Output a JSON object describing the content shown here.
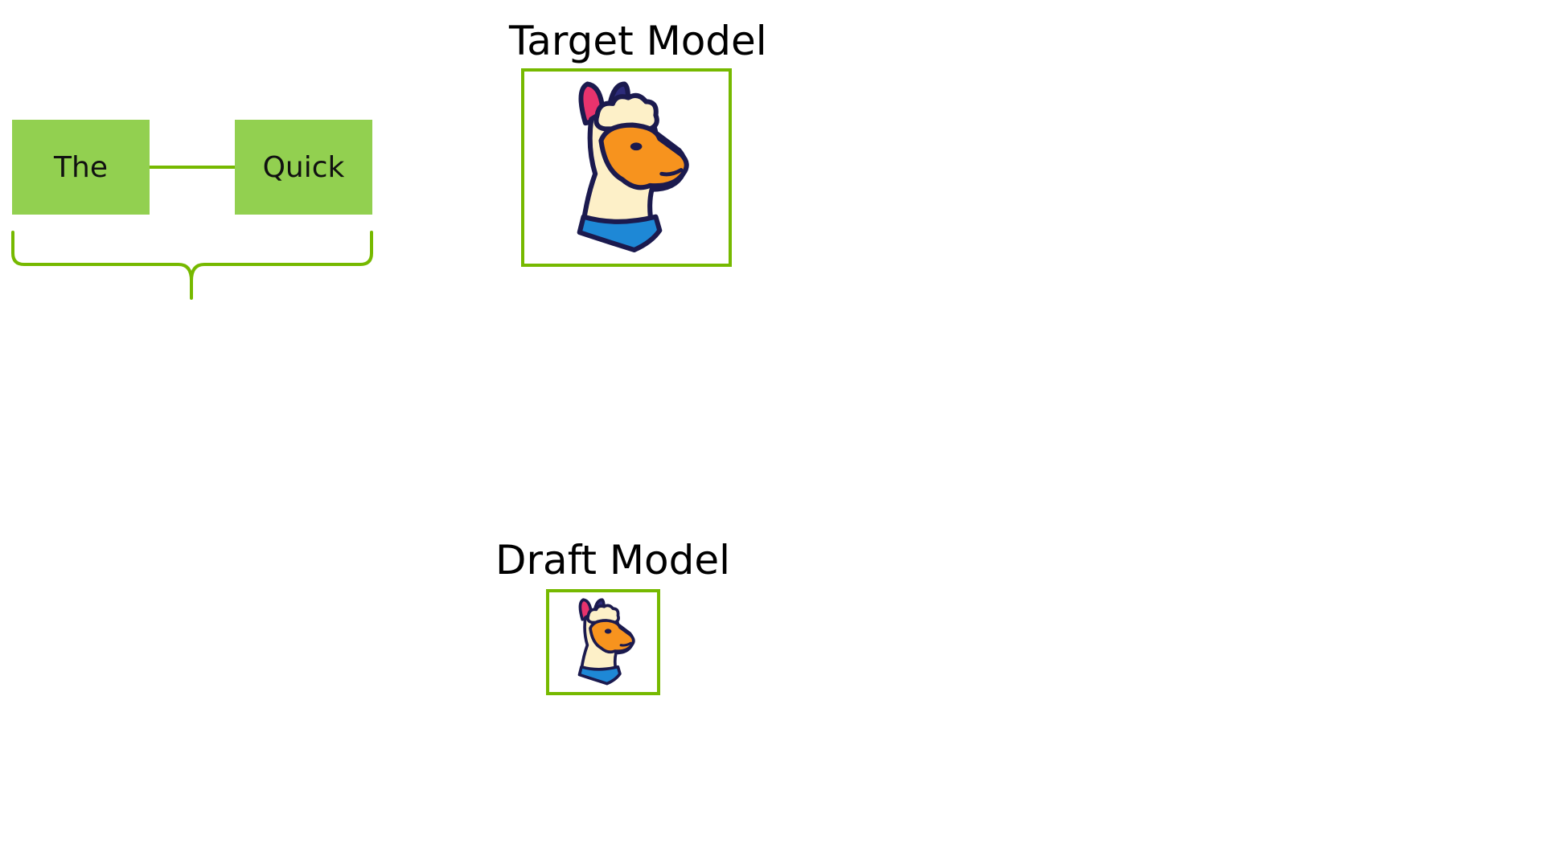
{
  "tokens": [
    {
      "label": "The"
    },
    {
      "label": "Quick"
    }
  ],
  "target_model": {
    "title": "Target Model",
    "icon": "llama-icon"
  },
  "draft_model": {
    "title": "Draft Model",
    "icon": "llama-icon"
  },
  "colors": {
    "token_fill": "#92d050",
    "accent_green": "#76b900",
    "llama_orange": "#f7931e",
    "llama_cream": "#fdf0c8",
    "llama_ear": "#e8336d",
    "llama_scarf": "#1e88d6",
    "outline": "#1b1a4e"
  }
}
